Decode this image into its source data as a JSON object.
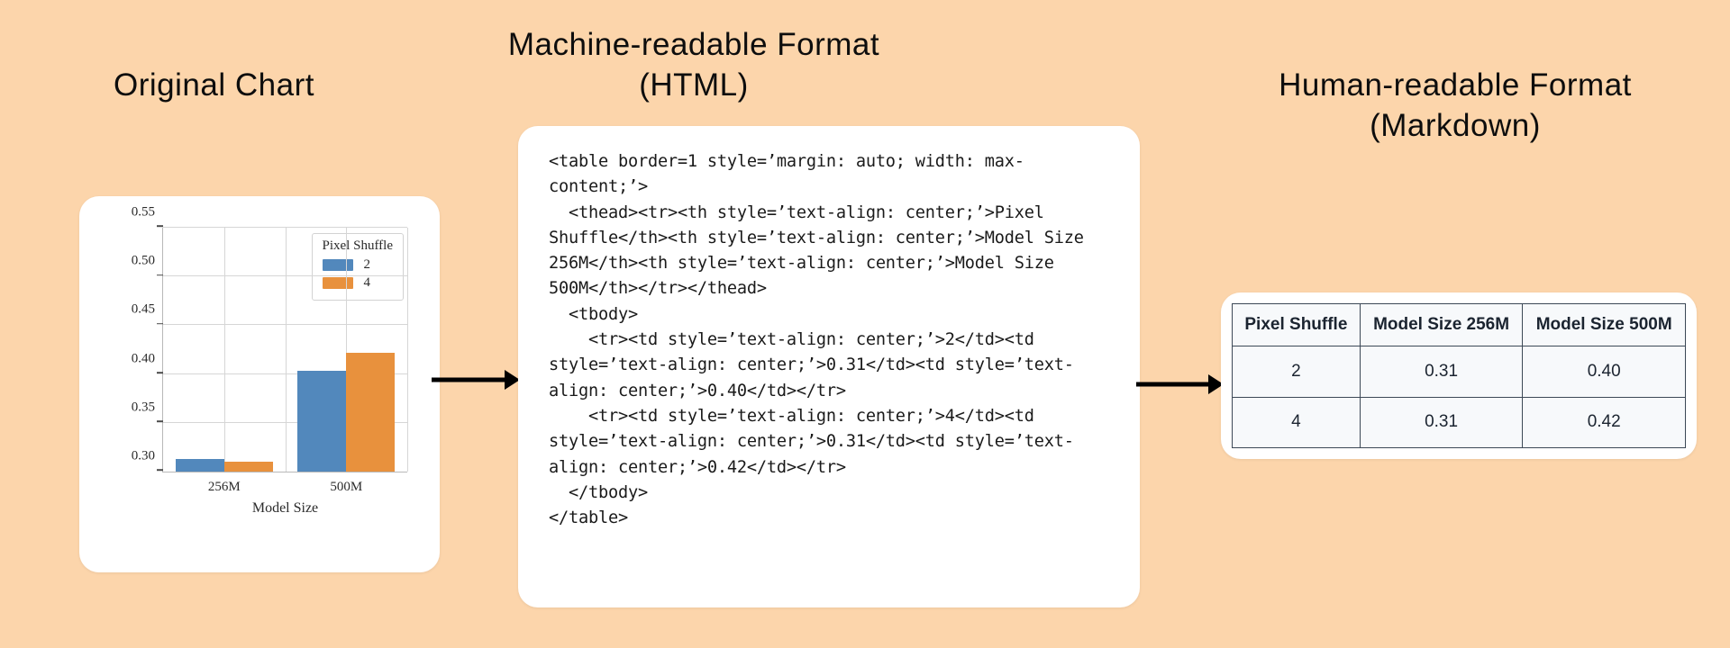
{
  "background_color": "#FCD5AB",
  "panels": {
    "original": {
      "title": "Original Chart"
    },
    "machine": {
      "title_line1": "Machine-readable Format",
      "title_line2": "(HTML)"
    },
    "human": {
      "title_line1": "Human-readable Format",
      "title_line2": "(Markdown)"
    }
  },
  "chart_data": {
    "type": "bar",
    "title": "",
    "xlabel": "Model Size",
    "ylabel": "",
    "categories": [
      "256M",
      "500M"
    ],
    "legend_title": "Pixel Shuffle",
    "legend_position": "upper right",
    "grid": true,
    "ylim": [
      0.3,
      0.55
    ],
    "yticks": [
      "0.30",
      "0.35",
      "0.40",
      "0.45",
      "0.50",
      "0.55"
    ],
    "ytick_values": [
      0.3,
      0.35,
      0.4,
      0.45,
      0.5,
      0.55
    ],
    "series": [
      {
        "name": "2",
        "color": "#5288BC",
        "values": [
          0.313,
          0.403
        ]
      },
      {
        "name": "4",
        "color": "#E8913D",
        "values": [
          0.31,
          0.422
        ]
      }
    ]
  },
  "code": {
    "language": "html",
    "text": "<table border=1 style=’margin: auto; width: max-content;’>\n  <thead><tr><th style=’text-align: center;’>Pixel Shuffle</th><th style=’text-align: center;’>Model Size 256M</th><th style=’text-align: center;’>Model Size 500M</th></tr></thead>\n  <tbody>\n    <tr><td style=’text-align: center;’>2</td><td style=’text-align: center;’>0.31</td><td style=’text-align: center;’>0.40</td></tr>\n    <tr><td style=’text-align: center;’>4</td><td style=’text-align: center;’>0.31</td><td style=’text-align: center;’>0.42</td></tr>\n  </tbody>\n</table>"
  },
  "markdown_table": {
    "headers": [
      "Pixel Shuffle",
      "Model Size 256M",
      "Model Size 500M"
    ],
    "rows": [
      [
        "2",
        "0.31",
        "0.40"
      ],
      [
        "4",
        "0.31",
        "0.42"
      ]
    ]
  },
  "arrows": [
    {
      "name": "chart-to-code",
      "direction": "right"
    },
    {
      "name": "code-to-table",
      "direction": "right"
    }
  ]
}
